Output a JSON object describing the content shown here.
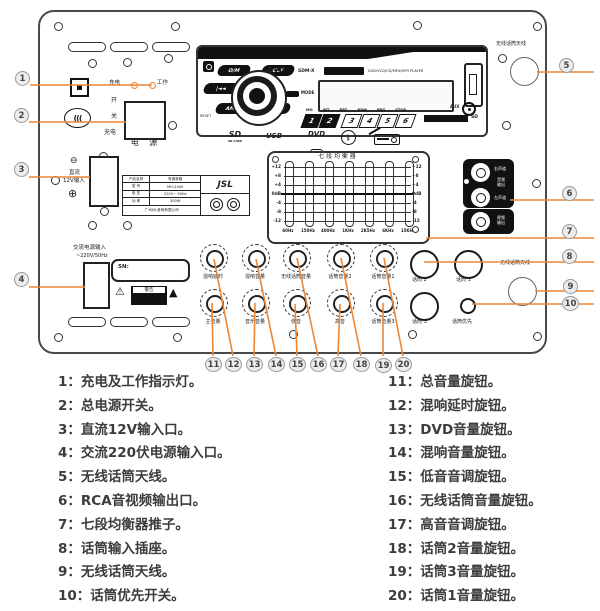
{
  "colors": {
    "callout_line": "#EE8633",
    "panel_border": "#4A4A4A",
    "legend_text": "#3C3C3C"
  },
  "callouts": [
    "1",
    "2",
    "3",
    "4",
    "5",
    "6",
    "7",
    "8",
    "9",
    "10",
    "11",
    "12",
    "13",
    "14",
    "15",
    "16",
    "17",
    "18",
    "19",
    "20"
  ],
  "panel": {
    "leds": {
      "charge": "充电",
      "work": "工作"
    },
    "power": {
      "on": "开",
      "off": "关",
      "charge": "充电",
      "title": "电 源"
    },
    "dc": {
      "minus": "⊖",
      "plus": "⊕",
      "line1": "直流",
      "line2": "12V输入"
    },
    "ac": {
      "line1": "交流电源输入",
      "line2": "~220V/50Hz",
      "sn": "SN:",
      "warning": "警告",
      "tri_left": "⚠",
      "tri_right": "▲"
    },
    "plate": {
      "rows": [
        [
          "产品名称",
          "有源音箱"
        ],
        [
          "型 号",
          "MH-2400"
        ],
        [
          "电 压",
          "220V~ 50Hz"
        ],
        [
          "功 率",
          "300W"
        ]
      ],
      "company": "广州JSL音响有限公司",
      "brand": "JSL"
    },
    "player": {
      "btn_om": "O/M",
      "btn_clk": "CLK",
      "btn_prev": "|◄◄",
      "btn_ams": "AMS",
      "btn_band": "BAND",
      "btn_mode": "MODE",
      "reset": "RESET",
      "dvd_logo": "DVD",
      "model": "SDM-X",
      "type_label": "DVD/VCD/CD/MP4/MP3 PLAYER",
      "preset_labels": [
        "MO",
        "INT",
        "RPT",
        "RDM",
        "PRG",
        "STOP"
      ],
      "preset_numbers": [
        "1",
        "2",
        "3",
        "4",
        "5",
        "6"
      ],
      "aux": "AUX",
      "sd": "SD"
    },
    "media_icons": {
      "sd": "SD",
      "sd_sub": "SD CARD",
      "usb": "USB",
      "dvd": "DVD",
      "dvd_sub": "VIDEO",
      "bluetooth": "ᛒ"
    },
    "eq": {
      "title": "七 段 均 衡 器",
      "scale": [
        "+12",
        "+8",
        "+4",
        "0dB",
        "-4",
        "-8",
        "-12"
      ],
      "freqs": [
        "60Hz",
        "150Hz",
        "400Hz",
        "1KHz",
        "2K5Hz",
        "6KHz",
        "15KHz"
      ]
    },
    "rca": {
      "right_ch": "右声道",
      "audio_out": "音频输出",
      "left_ch": "左声道",
      "video_out": "视频输出"
    },
    "antennas": {
      "top": "无线话筒天线",
      "bottom": "无线话筒天线"
    },
    "mics": {
      "mic2": "话筒 2",
      "mic1": "话筒 1",
      "mic3": "话筒 3",
      "priority": "话筒优先"
    },
    "knobs": {
      "top": [
        "混响延时",
        "混响音量",
        "无线话筒音量",
        "话筒音量2",
        "话筒音量1"
      ],
      "bottom": [
        "主音量",
        "音乐音量",
        "低音",
        "高音",
        "话筒音量3"
      ]
    }
  },
  "legend": {
    "left": [
      "1：充电及工作指示灯。",
      "2：总电源开关。",
      "3：直流12V输入口。",
      "4：交流220伏电源输入口。",
      "5：无线话筒天线。",
      "6：RCA音视频输出口。",
      "7：七段均衡器推子。",
      "8：话筒输入插座。",
      "9：无线话筒天线。",
      "10：话筒优先开关。"
    ],
    "right": [
      "11：总音量旋钮。",
      "12：混响延时旋钮。",
      "13：DVD音量旋钮。",
      "14：混响音量旋钮。",
      "15：低音音调旋钮。",
      "16：无线话筒音量旋钮。",
      "17：高音音调旋钮。",
      "18：话筒2音量旋钮。",
      "19：话筒3音量旋钮。",
      "20：话筒1音量旋钮。"
    ]
  }
}
